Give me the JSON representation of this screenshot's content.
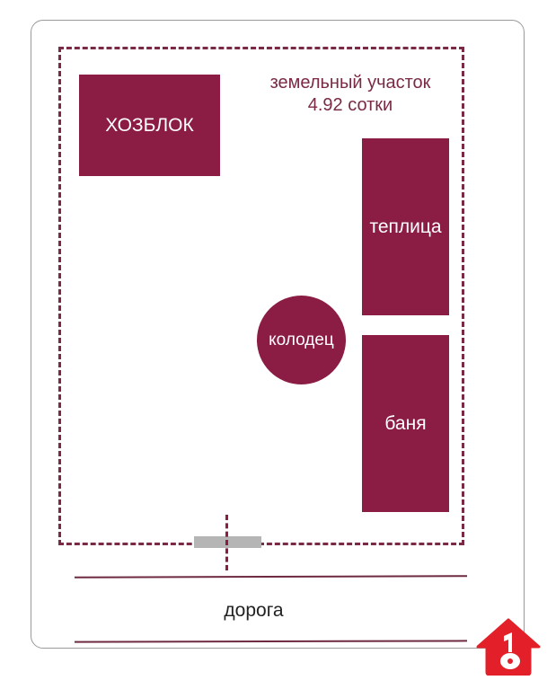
{
  "plot": {
    "title_line1": "земельный участок",
    "title_line2": "4.92 сотки"
  },
  "buildings": {
    "hozblok": "ХОЗБЛОК",
    "teplica": "теплица",
    "banya": "баня",
    "kolodec": "колодец"
  },
  "road": {
    "label": "дорога"
  },
  "colors": {
    "building_fill": "#8b1c44",
    "border_dash": "#7a2a45",
    "gate": "#b5b5b5",
    "logo_red": "#e3202a"
  },
  "logo": {
    "icon": "house-key-icon",
    "digit": "1"
  }
}
